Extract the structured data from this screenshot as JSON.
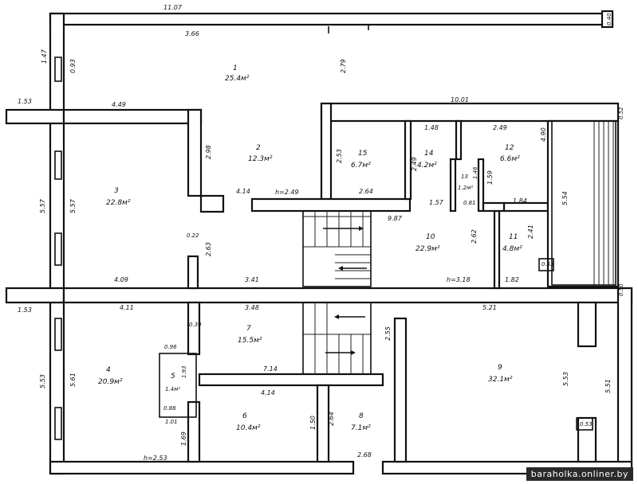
{
  "watermark": "baraholka.onliner.by",
  "rooms": [
    {
      "no": "1",
      "area": "25.4м²"
    },
    {
      "no": "2",
      "area": "12.3м²"
    },
    {
      "no": "3",
      "area": "22.8м²"
    },
    {
      "no": "4",
      "area": "20.9м²"
    },
    {
      "no": "5",
      "area": "1.4м²"
    },
    {
      "no": "6",
      "area": "10.4м²"
    },
    {
      "no": "7",
      "area": "15.5м²"
    },
    {
      "no": "8",
      "area": "7.1м²"
    },
    {
      "no": "9",
      "area": "32.1м²"
    },
    {
      "no": "10",
      "area": "22.9м²"
    },
    {
      "no": "11",
      "area": "4.8м²"
    },
    {
      "no": "12",
      "area": "6.6м²"
    },
    {
      "no": "13",
      "area": "1.2м²"
    },
    {
      "no": "14",
      "area": "4.2м²"
    },
    {
      "no": "15",
      "area": "6.7м²"
    }
  ],
  "heights": {
    "h1": "h=2.49",
    "h2": "h=3.18",
    "h3": "h=2.53"
  },
  "dims": {
    "top_total": "11.07",
    "d_3_66": "3.66",
    "d_2_79": "2.79",
    "d_1_47": "1.47",
    "d_0_93": "0.93",
    "d_1_53_top": "1.53",
    "d_4_49": "4.49",
    "d_10_01": "10.01",
    "d_0_52": "0.52",
    "d_0_40": "0.40",
    "d_2_98": "2.98",
    "d_5_57a": "5.57",
    "d_5_57b": "5.57",
    "d_4_14a": "4.14",
    "d_0_22": "0.22",
    "d_2_63": "2.63",
    "d_4_09": "4.09",
    "d_3_41": "3.41",
    "d_1_48": "1.48",
    "d_2_49": "2.49",
    "d_4_90": "4.90",
    "d_2_53a": "2.53",
    "d_2_49b": "2.49",
    "d_1_46": "1.46",
    "d_1_59": "1.59",
    "d_2_64a": "2.64",
    "d_1_57": "1.57",
    "d_0_81": "0.81",
    "d_1_84": "1.84",
    "d_5_54": "5.54",
    "d_9_87": "9.87",
    "d_2_62": "2.62",
    "d_2_41": "2.41",
    "d_0_53a": "0.53",
    "d_1_82": "1.82",
    "d_0_50": "0.50",
    "d_1_53_bot": "1.53",
    "d_4_11": "4.11",
    "d_3_48": "3.48",
    "d_5_21": "5.21",
    "d_0_39": "0.39",
    "d_0_96": "0.96",
    "d_1_93": "1.93",
    "d_0_88": "0.88",
    "d_1_01": "1.01",
    "d_5_53a": "5.53",
    "d_5_61": "5.61",
    "d_7_14": "7.14",
    "d_4_14b": "4.14",
    "d_2_55": "2.55",
    "d_5_53b": "5.53",
    "d_5_51": "5.51",
    "d_1_69": "1.69",
    "d_1_50": "1.50",
    "d_2_64b": "2.64",
    "d_0_53b": "0.53",
    "d_2_68": "2.68"
  }
}
